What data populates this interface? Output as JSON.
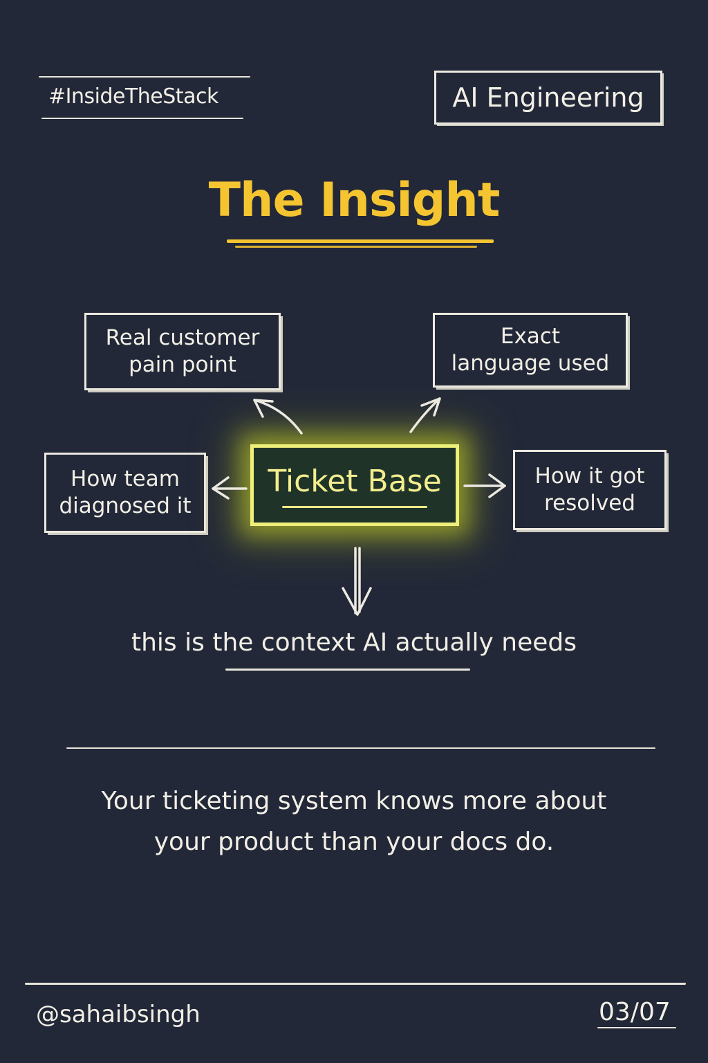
{
  "header": {
    "hashtag": "#InsideTheStack",
    "badge": "AI Engineering"
  },
  "title": "The Insight",
  "diagram": {
    "center": "Ticket Base",
    "nodes": {
      "top_left": "Real customer pain point",
      "top_right": "Exact language used",
      "left": "How team diagnosed it",
      "right": "How it got resolved"
    },
    "caption": "this is the context AI actually needs"
  },
  "quote": {
    "line1": "Your ticketing system knows more about",
    "line2": "your product than your docs do."
  },
  "footer": {
    "handle": "@sahaibsingh",
    "page": "03/07"
  },
  "colors": {
    "background": "#222838",
    "accent": "#f5c531",
    "chalk": "#f2efe6",
    "glow": "#eef07a"
  }
}
